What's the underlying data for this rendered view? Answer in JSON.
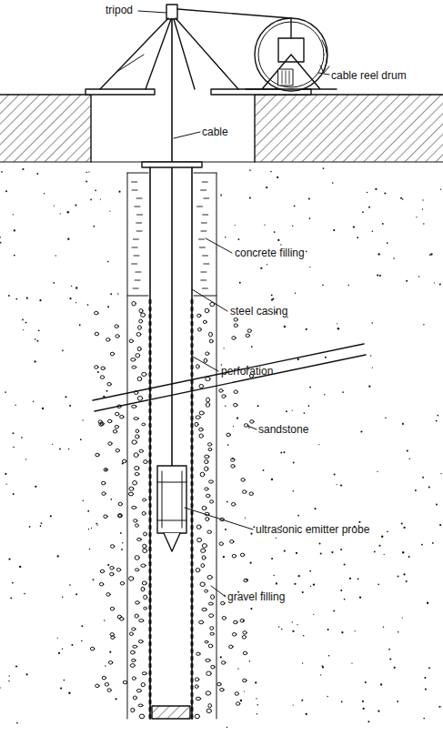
{
  "diagram": {
    "labels": [
      "tripod",
      "cable reel drum",
      "cable",
      "concrete filling",
      "steel casing",
      "perforation",
      "sandstone",
      "ultrasonic emitter probe",
      "gravel filling"
    ]
  }
}
